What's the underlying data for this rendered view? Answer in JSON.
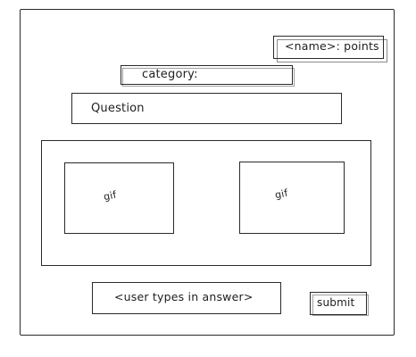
{
  "header": {
    "points_label": "<name>: points",
    "category_label": "category:"
  },
  "question": {
    "text": "Question"
  },
  "media": {
    "left_gif_label": "gif",
    "right_gif_label": "gif"
  },
  "answer": {
    "placeholder": "<user types in answer>"
  },
  "actions": {
    "submit_label": "submit"
  },
  "colors": {
    "ink": "#2a2a2a",
    "background": "#ffffff"
  }
}
